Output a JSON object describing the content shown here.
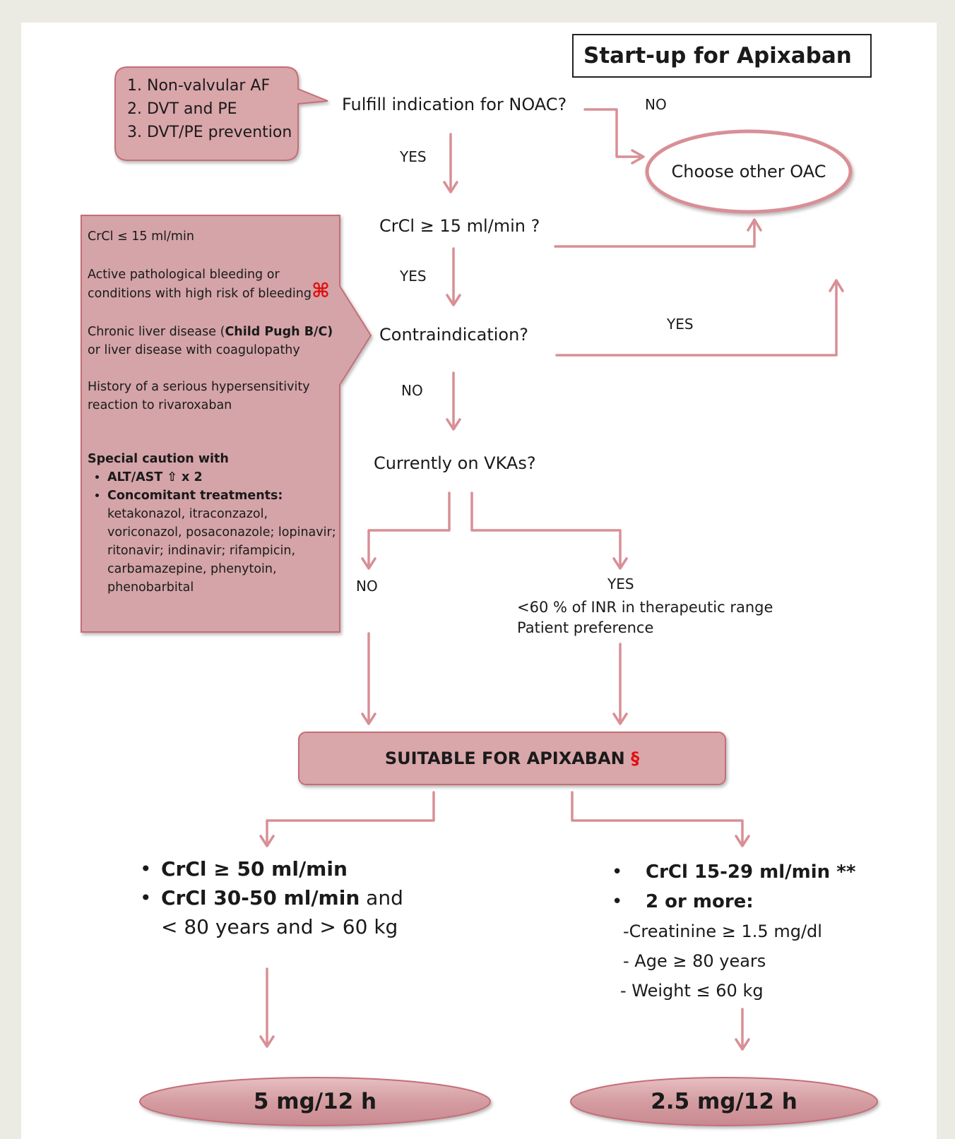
{
  "title": "Start-up for Apixaban",
  "indications": [
    "1. Non-valvular AF",
    "2. DVT and PE",
    "3. DVT/PE prevention"
  ],
  "questions": {
    "q1": "Fulfill  indication for NOAC?",
    "q2": "CrCl ≥ 15 ml/min ?",
    "q3": "Contraindication?",
    "q4": "Currently on VKAs?"
  },
  "labels": {
    "no_top": "NO",
    "yes1": "YES",
    "yes2": "YES",
    "yes_contra": "YES",
    "no_contra": "NO",
    "no_vka": "NO",
    "yes_vka": "YES"
  },
  "other_oac": "Choose other OAC",
  "vka_yes_criteria": [
    "<60 % of INR in therapeutic range",
    "Patient preference"
  ],
  "contraindications": {
    "item1": "CrCl ≤ 15 ml/min",
    "item2": "Active pathological bleeding or conditions with high risk of bleeding",
    "item2_symbol": "⌘",
    "item3_pre": "Chronic liver disease (",
    "item3_bold": "Child Pugh B/C)",
    "item3_post": " or liver disease with coagulopathy",
    "item4": "History of a serious hypersensitivity reaction to rivaroxaban",
    "caution_title": "Special caution with",
    "caution_1": "ALT/AST ⇧ x 2",
    "caution_2": "Concomitant treatments:",
    "caution_drugs": "ketakonazol, itraconzazol, voriconazol, posaconazole; lopinavir; ritonavir; indinavir; rifampicin, carbamazepine, phenytoin, phenobarbital"
  },
  "suitable": "SUITABLE FOR APIXABAN",
  "suitable_symbol": "§",
  "left_criteria": {
    "b1": "CrCl ≥ 50 ml/min",
    "b2_bold": "CrCl 30-50 ml/min",
    "b2_rest": " and",
    "b2_line2": "< 80 years  and  > 60 kg"
  },
  "right_criteria": {
    "b1": "CrCl 15-29 ml/min **",
    "b2": "2 or more:",
    "s1": "-Creatinine ≥ 1.5 mg/dl",
    "s2": "- Age  ≥  80 years",
    "s3": "-  Weight ≤ 60 kg"
  },
  "dose_standard": "5 mg/12 h",
  "dose_reduced": "2.5 mg/12 h",
  "colors": {
    "fill": "#d9a6aa",
    "stroke": "#c56e76",
    "arrow": "#d88f95",
    "red_symbol": "#e01010"
  }
}
